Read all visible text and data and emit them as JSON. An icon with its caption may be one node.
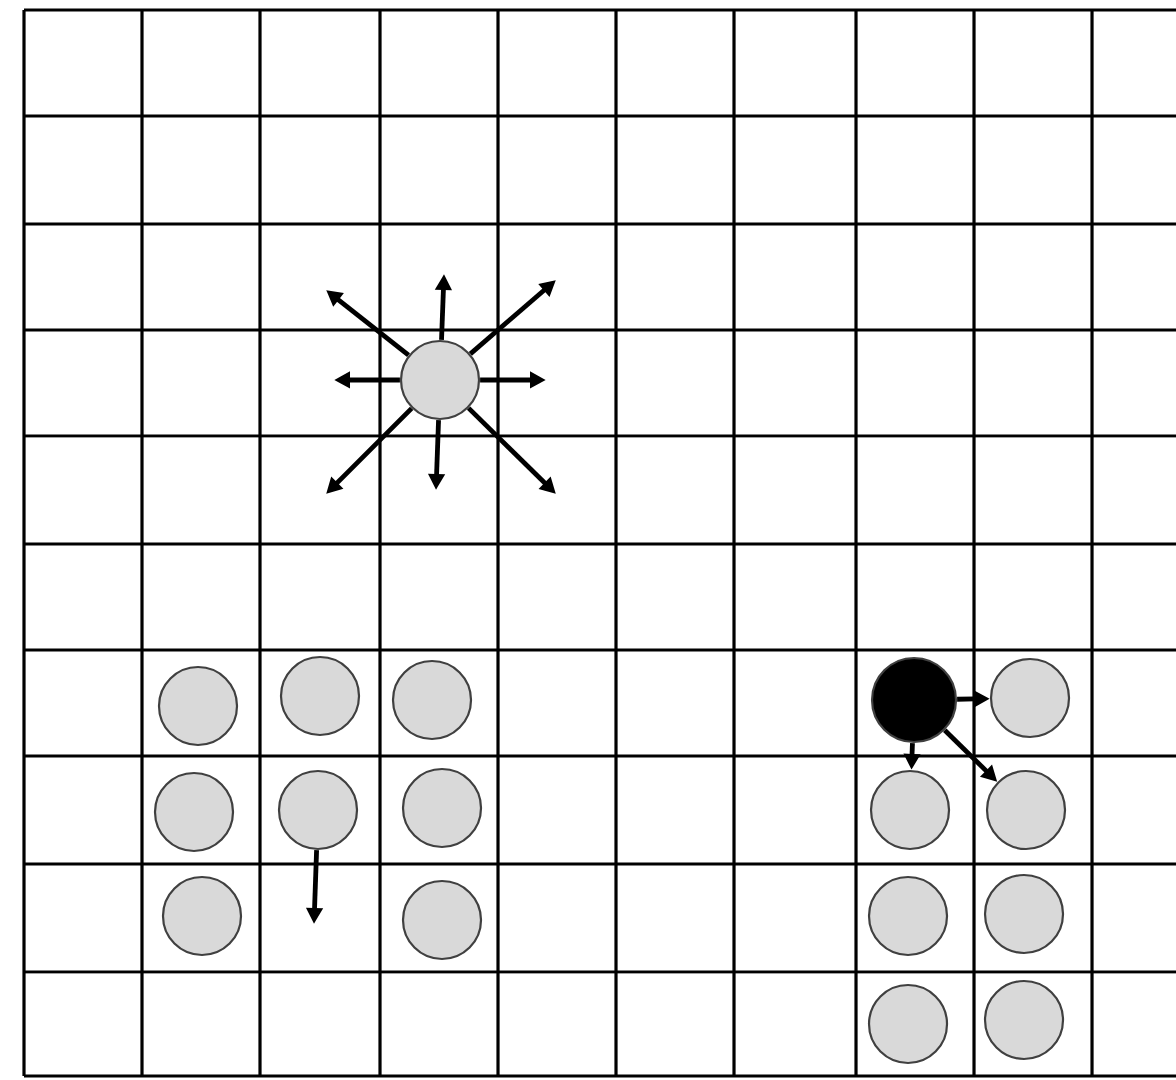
{
  "diagram": {
    "nodes": [
      {
        "text": [],
        "shape": "circle"
      },
      {
        "text": [],
        "shape": "circle"
      },
      {
        "text": [],
        "shape": "circle"
      },
      {
        "text": [],
        "shape": "circle"
      },
      {
        "text": [],
        "shape": "circle"
      },
      {
        "text": [],
        "shape": "circle"
      },
      {
        "text": [],
        "shape": "circle"
      },
      {
        "text": [],
        "shape": "circle"
      },
      {
        "text": [],
        "shape": "circle"
      },
      {
        "text": [],
        "shape": "circle"
      },
      {
        "text": [],
        "shape": "circle"
      },
      {
        "text": [],
        "shape": "circle"
      },
      {
        "text": [],
        "shape": "circle"
      },
      {
        "text": [],
        "shape": "circle"
      },
      {
        "text": [],
        "shape": "circle"
      },
      {
        "text": [],
        "shape": "circle"
      },
      {
        "text": [],
        "shape": "circle"
      }
    ],
    "edges": [
      {
        "from": 0,
        "to": null,
        "arrow": "to"
      },
      {
        "from": 0,
        "to": null,
        "arrow": "to"
      },
      {
        "from": 0,
        "to": null,
        "arrow": "to"
      },
      {
        "from": 0,
        "to": null,
        "arrow": "to"
      },
      {
        "from": 0,
        "to": null,
        "arrow": "to"
      },
      {
        "from": 0,
        "to": null,
        "arrow": "to"
      },
      {
        "from": 0,
        "to": null,
        "arrow": "to"
      },
      {
        "from": 0,
        "to": null,
        "arrow": "to"
      },
      {
        "from": 7,
        "to": null,
        "arrow": "to"
      },
      {
        "from": 4,
        "to": 5,
        "arrow": "to"
      },
      {
        "from": 4,
        "to": 9,
        "arrow": "to"
      },
      {
        "from": 4,
        "to": 10,
        "arrow": "to"
      }
    ]
  }
}
